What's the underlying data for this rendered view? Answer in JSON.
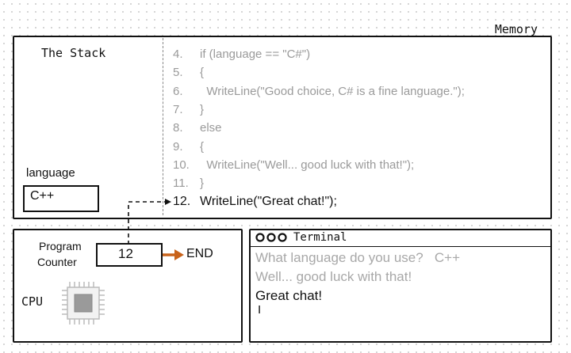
{
  "memory": {
    "label": "Memory",
    "stack_title": "The Stack",
    "variable": {
      "name": "language",
      "value": "C++"
    },
    "code": [
      {
        "num": "4.",
        "text": "if (language == \"C#\")",
        "active": false
      },
      {
        "num": "5.",
        "text": "{",
        "active": false
      },
      {
        "num": "6.",
        "text": "  WriteLine(\"Good choice, C# is a fine language.\");",
        "active": false
      },
      {
        "num": "7.",
        "text": "}",
        "active": false
      },
      {
        "num": "8.",
        "text": "else",
        "active": false
      },
      {
        "num": "9.",
        "text": "{",
        "active": false
      },
      {
        "num": "10.",
        "text": "  WriteLine(\"Well... good luck with that!\");",
        "active": false
      },
      {
        "num": "11.",
        "text": "}",
        "active": false
      },
      {
        "num": "12.",
        "text": "WriteLine(\"Great chat!\");",
        "active": true
      }
    ]
  },
  "cpu": {
    "label": "CPU",
    "pc_label_line1": "Program",
    "pc_label_line2": "Counter",
    "pc_value": "12",
    "end_label": "END"
  },
  "terminal": {
    "title": "Terminal",
    "lines": [
      {
        "text": "What language do you use?   C++",
        "color": "#a8a8a8"
      },
      {
        "text": "Well... good luck with that!",
        "color": "#a8a8a8"
      },
      {
        "text": "Great chat!",
        "color": "#111111"
      }
    ],
    "cursor": "I"
  },
  "colors": {
    "arrow": "#c8621a",
    "inactive_code": "#9a9a9a",
    "active_code": "#111111"
  }
}
